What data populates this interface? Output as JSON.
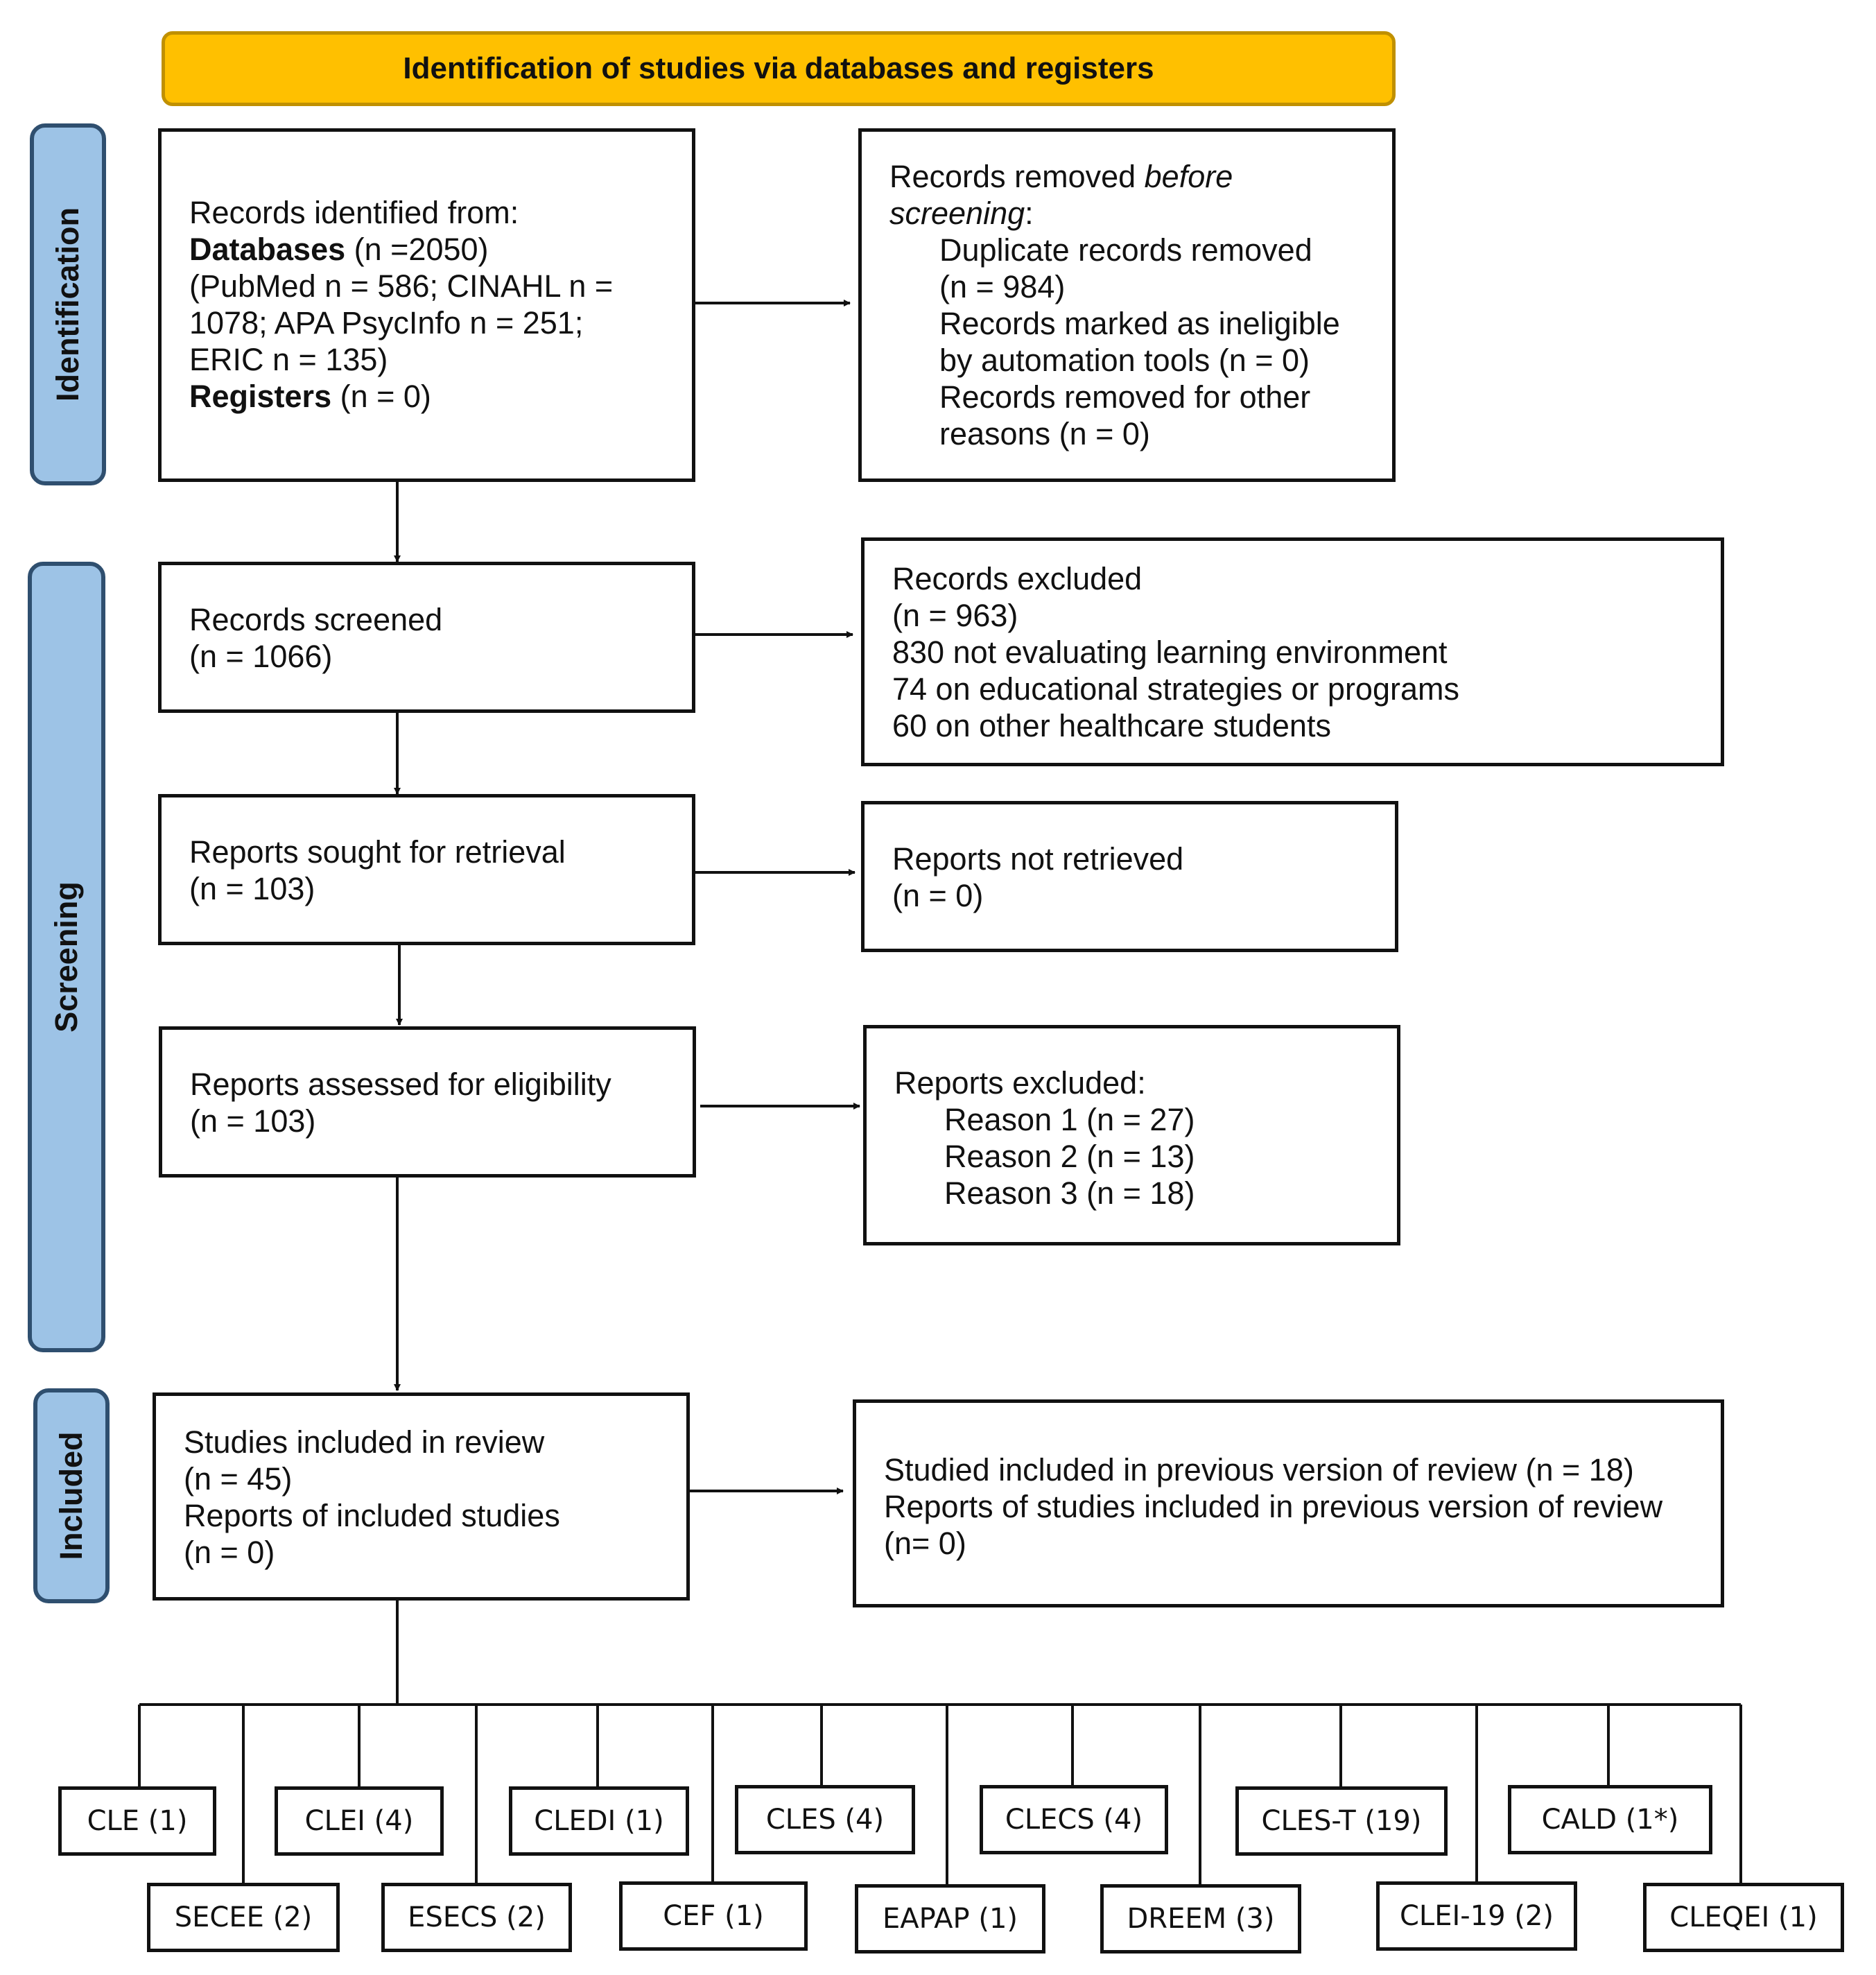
{
  "banner": {
    "title": "Identification of studies via databases and registers"
  },
  "stages": {
    "identification": "Identification",
    "screening": "Screening",
    "included": "Included"
  },
  "identification": {
    "records_identified": {
      "line1": "Records identified from:",
      "databases_label": "Databases",
      "databases_count": " (n =2050)",
      "line3": "(PubMed n = 586; CINAHL n =",
      "line4": "1078; APA PsycInfo n = 251;",
      "line5": "ERIC n = 135)",
      "registers_label": "Registers",
      "registers_count": " (n = 0)"
    },
    "records_removed": {
      "line1_a": "Records removed ",
      "line1_b": "before",
      "line2_a": "screening",
      "line2_b": ":",
      "line3": "Duplicate records removed",
      "line4": "(n = 984)",
      "line5": "Records marked as ineligible",
      "line6": "by automation tools (n = 0)",
      "line7": "Records removed for other",
      "line8": "reasons (n = 0)"
    }
  },
  "screening": {
    "records_screened": {
      "line1": "Records screened",
      "line2": "(n = 1066)"
    },
    "records_excluded": {
      "line1": "Records excluded",
      "line2": "(n = 963)",
      "line3": "830 not evaluating learning environment",
      "line4": "74 on educational strategies or programs",
      "line5": "60 on other healthcare students"
    },
    "sought": {
      "line1": "Reports sought for retrieval",
      "line2": "(n = 103)"
    },
    "not_retrieved": {
      "line1": "Reports not retrieved",
      "line2": "(n = 0)"
    },
    "assessed": {
      "line1": "Reports assessed for eligibility",
      "line2": "(n = 103)"
    },
    "reports_excluded": {
      "line1": "Reports excluded:",
      "line2": "Reason 1 (n = 27)",
      "line3": "Reason 2 (n = 13)",
      "line4": "Reason 3 (n = 18)"
    }
  },
  "included": {
    "studies": {
      "line1": "Studies included in review",
      "line2": "(n = 45)",
      "line3": "Reports of included studies",
      "line4": "(n = 0)"
    },
    "previous": {
      "line1": "Studied included in previous version of review (n = 18)",
      "line2": "Reports of studies included in previous version of review",
      "line3": "(n= 0)"
    }
  },
  "instruments_top": [
    "CLE (1)",
    "CLEI (4)",
    "CLEDI (1)",
    "CLES (4)",
    "CLECS (4)",
    "CLES-T (19)",
    "CALD (1*)"
  ],
  "instruments_bottom": [
    "SECEE (2)",
    "ESECS (2)",
    "CEF (1)",
    "EAPAP (1)",
    "DREEM (3)",
    "CLEI-19 (2)",
    "CLEQEI (1)"
  ]
}
